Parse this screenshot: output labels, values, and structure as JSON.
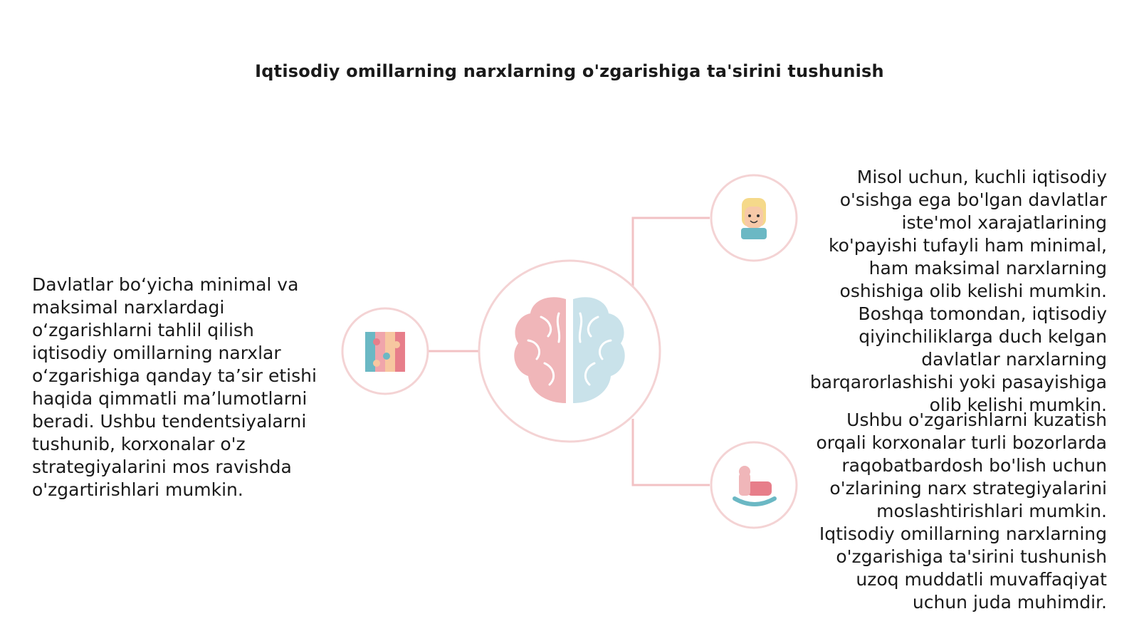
{
  "title": "Iqtisodiy omillarning narxlarning o'zgarishiga ta'sirini tushunish",
  "left_text": "Davlatlar bo‘yicha minimal va maksimal narxlardagi o‘zgarishlarni tahlil qilish iqtisodiy omillarning narxlar o‘zgarishiga qanday ta’sir etishi haqida qimmatli ma’lumotlarni beradi. Ushbu tendentsiyalarni tushunib, korxonalar o'z strategiyalarini mos ravishda o'zgartirishlari mumkin.",
  "right_top_text": "Misol uchun, kuchli iqtisodiy o'sishga ega bo'lgan davlatlar iste'mol xarajatlarining ko'payishi tufayli ham minimal, ham maksimal narxlarning oshishiga olib kelishi mumkin. Boshqa tomondan, iqtisodiy qiyinchiliklarga duch kelgan davlatlar narxlarning barqarorlashishi yoki pasayishiga olib kelishi mumkin.",
  "right_bottom_text": "Ushbu o'zgarishlarni kuzatish orqali korxonalar turli bozorlarda raqobatbardosh bo'lish uchun o'zlarining narx strategiyalarini moslashtirishlari mumkin. Iqtisodiy omillarning narxlarning o'zgarishiga ta'sirini tushunish uzoq muddatli muvaffaqiyat uchun juda muhimdir.",
  "icons": {
    "center": "brain-icon",
    "left": "puzzle-icon",
    "right_top": "person-avatar-icon",
    "right_bottom": "rocking-horse-icon"
  },
  "colors": {
    "line": "#f2c2c4",
    "brain_left": "#f0b6b9",
    "brain_right": "#c9e2ea",
    "accent_teal": "#6bb8c4"
  }
}
